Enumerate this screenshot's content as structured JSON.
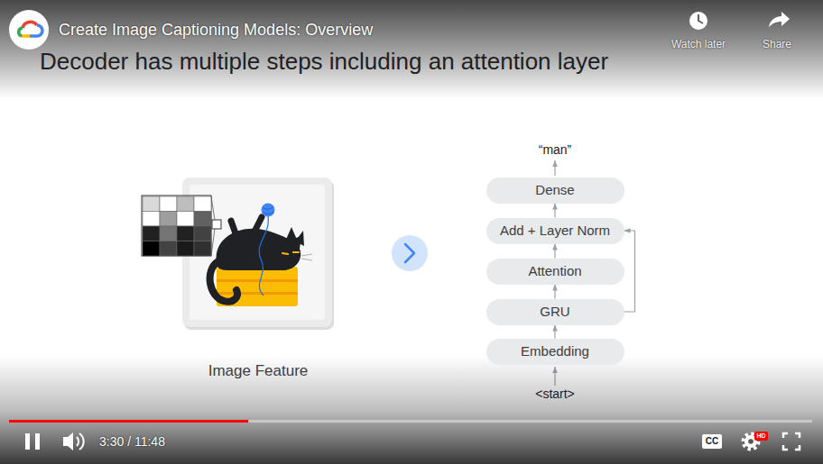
{
  "diagram": {
    "title": "Decoder has multiple steps including an attention layer",
    "nodes": [
      {
        "text": [
          "Dense"
        ]
      },
      {
        "text": [
          "Add + Layer Norm"
        ]
      },
      {
        "text": [
          "Attention"
        ]
      },
      {
        "text": [
          "GRU"
        ]
      },
      {
        "text": [
          "Embedding"
        ]
      }
    ],
    "edges": [
      {
        "from": 4,
        "to": 3,
        "arrow": "to"
      },
      {
        "from": 3,
        "to": 2,
        "arrow": "to"
      },
      {
        "from": 2,
        "to": 1,
        "arrow": "to"
      },
      {
        "from": 1,
        "to": 0,
        "arrow": "to"
      },
      {
        "from": 3,
        "to": 1,
        "arrow": "to"
      }
    ],
    "labels": [
      "Create Image Captioning Models: Overview",
      "Watch later",
      "Share",
      "Image Feature",
      "<start>",
      "“man”",
      "3:30 / 11:48",
      "CC",
      "HD"
    ]
  }
}
